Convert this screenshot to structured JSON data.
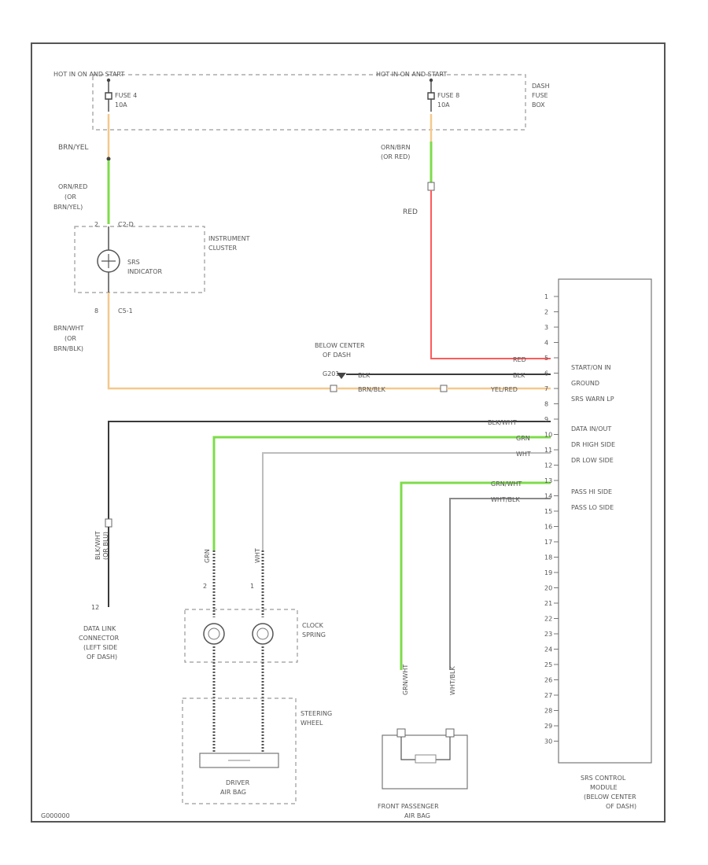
{
  "fuse_box": {
    "hot_left": "HOT IN ON AND START",
    "hot_right": "HOT IN ON AND START",
    "fuse_left_name": "FUSE 4",
    "fuse_left_rating": "10A",
    "fuse_right_name": "FUSE 8",
    "fuse_right_rating": "10A",
    "box_label": [
      "DASH",
      "FUSE",
      "BOX"
    ]
  },
  "wires_left": {
    "brn_yel": "BRN/YEL",
    "org_alt": [
      "ORN/RED",
      "(OR",
      "BRN/YEL)"
    ],
    "brn_wht": [
      "BRN/WHT",
      "(OR",
      "BRN/BLK)"
    ]
  },
  "wires_right": {
    "org_alt": [
      "ORN/BRN",
      "(OR RED)"
    ],
    "red": "RED"
  },
  "cluster": {
    "pin_top_num": "2",
    "pin_top_conn": "C2-D",
    "pin_bot_num": "8",
    "pin_bot_conn": "C5-1",
    "indicator": [
      "SRS",
      "INDICATOR"
    ],
    "name": [
      "INSTRUMENT",
      "CLUSTER"
    ]
  },
  "ground": {
    "label": [
      "BELOW CENTER",
      "OF DASH"
    ],
    "g_id": "G201"
  },
  "module": {
    "pins": [
      "1",
      "2",
      "3",
      "4",
      "5",
      "6",
      "7",
      "8",
      "9",
      "10",
      "11",
      "12",
      "13",
      "14",
      "15",
      "16",
      "17",
      "18",
      "19",
      "20",
      "21",
      "22",
      "23",
      "24",
      "25",
      "26",
      "27",
      "28",
      "29",
      "30"
    ],
    "functions": {
      "start": "START/ON IN",
      "ground": "GROUND",
      "srs_warn": "SRS WARN LP",
      "data": "DATA IN/OUT",
      "dr_high": "DR HIGH SIDE",
      "dr_low": "DR LOW SIDE",
      "pass_hi": "PASS HI SIDE",
      "pass_lo": "PASS LO SIDE"
    },
    "name": [
      "SRS CONTROL",
      "MODULE",
      "(BELOW CENTER",
      "OF DASH)"
    ]
  },
  "wire_codes": {
    "red": "RED",
    "blk": "BLK",
    "brn_blk": "BRN/BLK",
    "yel_red": "YEL/RED",
    "blk_wht": "BLK/WHT",
    "grn": "GRN",
    "wht": "WHT",
    "grn_wht": "GRN/WHT",
    "wht_blk": "WHT/BLK",
    "dlc_wire": [
      "BLK/WHT",
      "(OR BLU)"
    ]
  },
  "dlc": {
    "pin": "12",
    "label": [
      "DATA LINK",
      "CONNECTOR",
      "(LEFT SIDE",
      "OF DASH)"
    ]
  },
  "clock_spring": {
    "pin_left": "2",
    "pin_right": "1",
    "label": [
      "CLOCK",
      "SPRING"
    ]
  },
  "steering": {
    "label": [
      "STEERING",
      "WHEEL"
    ]
  },
  "driver_airbag": {
    "label": [
      "DRIVER",
      "AIR BAG"
    ]
  },
  "pass_airbag": {
    "label": [
      "FRONT PASSENGER",
      "AIR BAG"
    ]
  },
  "figure_id": "G000000"
}
